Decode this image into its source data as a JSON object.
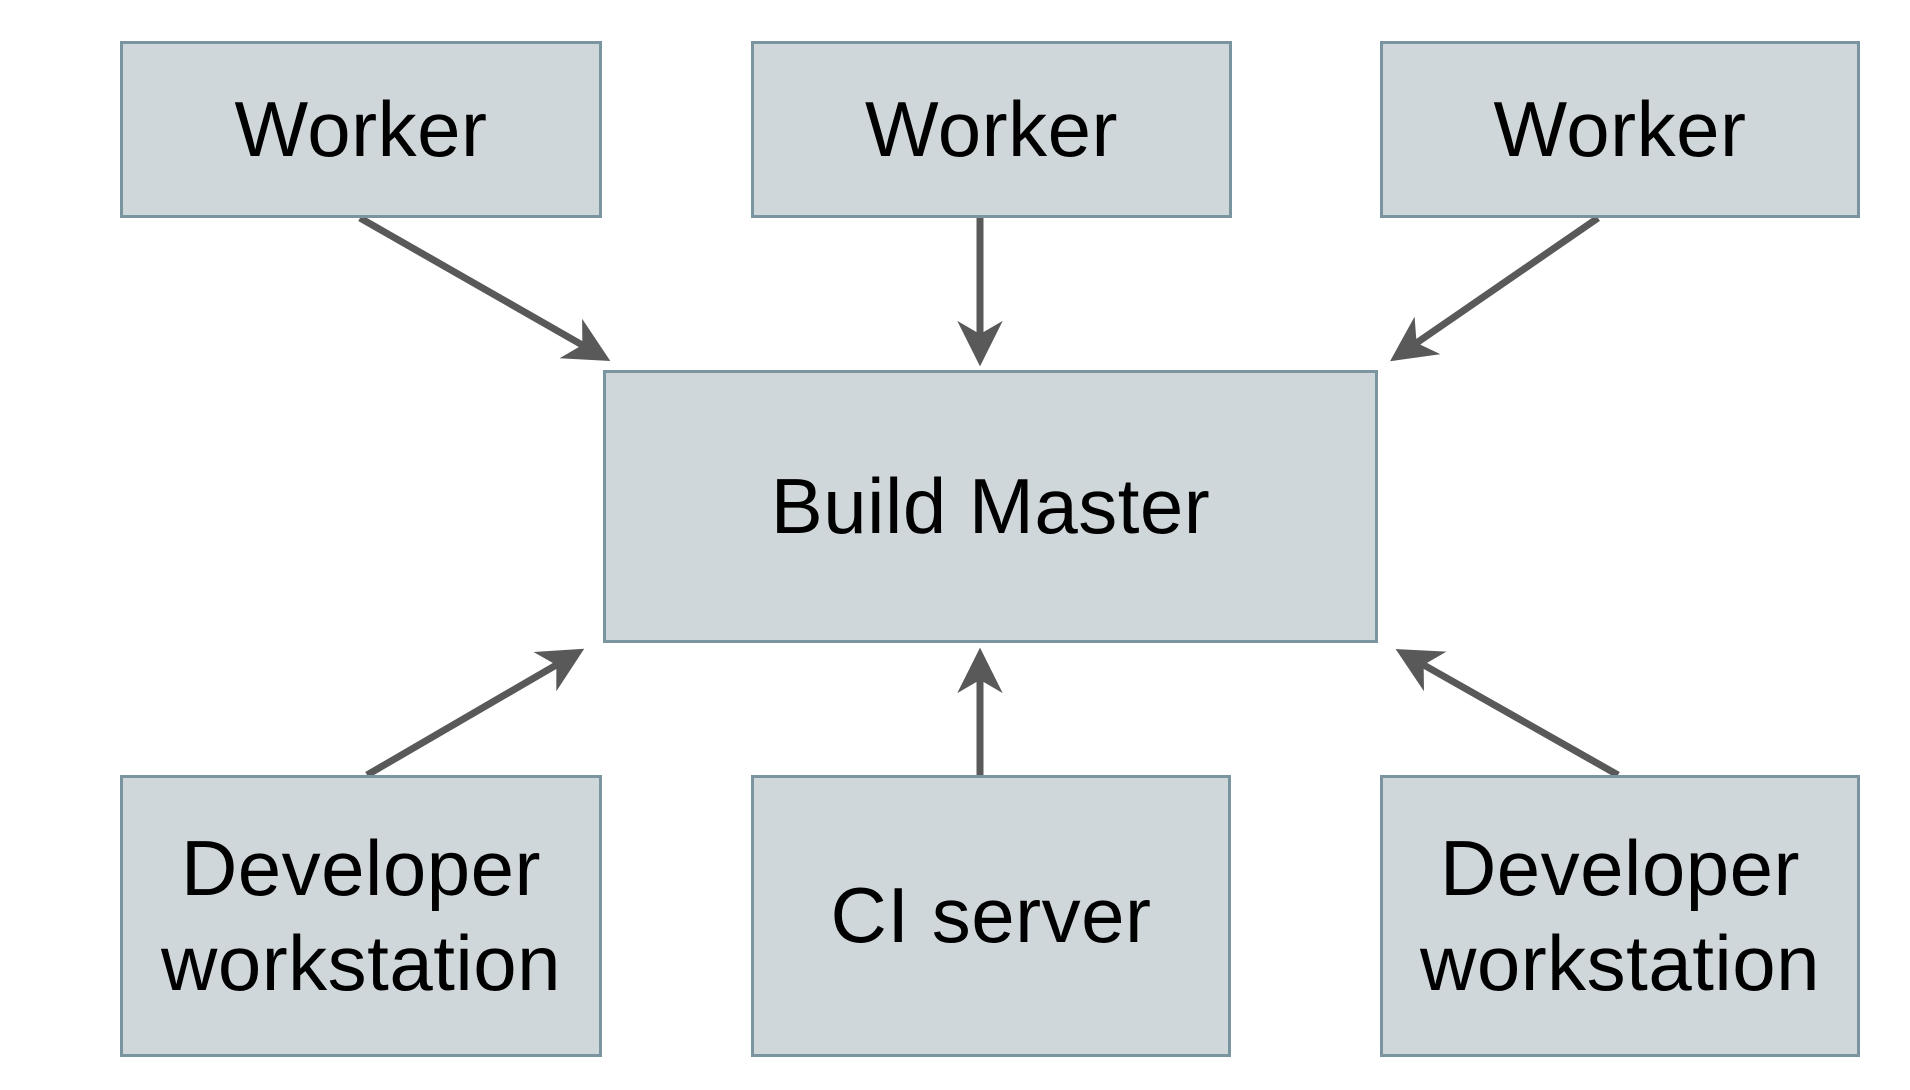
{
  "diagram": {
    "type": "flow-diagram",
    "nodes": [
      {
        "id": "worker-1",
        "label": "Worker"
      },
      {
        "id": "worker-2",
        "label": "Worker"
      },
      {
        "id": "worker-3",
        "label": "Worker"
      },
      {
        "id": "build-master",
        "label": "Build Master"
      },
      {
        "id": "developer-workstation-left",
        "label": "Developer workstation"
      },
      {
        "id": "ci-server",
        "label": "CI server"
      },
      {
        "id": "developer-workstation-right",
        "label": "Developer workstation"
      }
    ],
    "edges": [
      {
        "from": "worker-1",
        "to": "build-master"
      },
      {
        "from": "worker-2",
        "to": "build-master"
      },
      {
        "from": "worker-3",
        "to": "build-master"
      },
      {
        "from": "developer-workstation-left",
        "to": "build-master"
      },
      {
        "from": "ci-server",
        "to": "build-master"
      },
      {
        "from": "developer-workstation-right",
        "to": "build-master"
      }
    ],
    "colors": {
      "node_fill": "#cfd7da",
      "node_border": "#7b95a0",
      "arrow": "#595959",
      "background": "#ffffff",
      "text": "#000000"
    }
  }
}
